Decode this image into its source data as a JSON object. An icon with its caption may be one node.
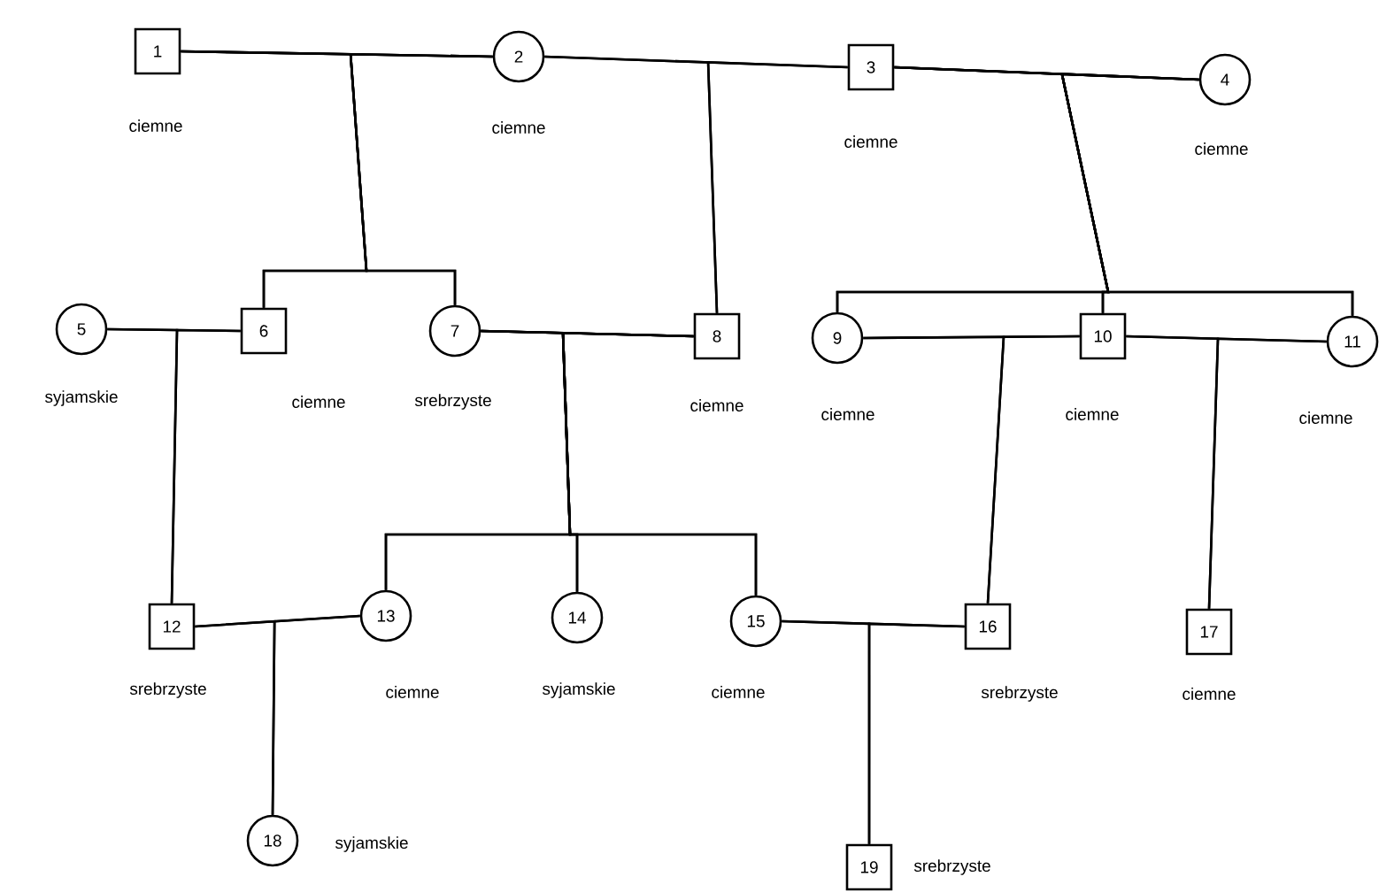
{
  "diagram": {
    "nodes": [
      {
        "text": [
          "1"
        ],
        "beside": [
          "ciemne"
        ]
      },
      {
        "text": [
          "2"
        ],
        "beside": [
          "ciemne"
        ]
      },
      {
        "text": [
          "3"
        ],
        "beside": [
          "ciemne"
        ]
      },
      {
        "text": [
          "4"
        ],
        "beside": [
          "ciemne"
        ]
      },
      {
        "text": [
          "5"
        ],
        "beside": [
          "syjamskie"
        ]
      },
      {
        "text": [
          "6"
        ],
        "beside": [
          "ciemne"
        ]
      },
      {
        "text": [
          "7"
        ],
        "beside": [
          "srebrzyste"
        ]
      },
      {
        "text": [
          "8"
        ],
        "beside": [
          "ciemne"
        ]
      },
      {
        "text": [
          "9"
        ],
        "beside": [
          "ciemne"
        ]
      },
      {
        "text": [
          "10"
        ],
        "beside": [
          "ciemne"
        ]
      },
      {
        "text": [
          "11"
        ],
        "beside": [
          "ciemne"
        ]
      },
      {
        "text": [
          "12"
        ],
        "beside": [
          "srebrzyste"
        ]
      },
      {
        "text": [
          "13"
        ],
        "beside": [
          "ciemne"
        ]
      },
      {
        "text": [
          "14"
        ],
        "beside": [
          "syjamskie"
        ]
      },
      {
        "text": [
          "15"
        ],
        "beside": [
          "ciemne"
        ]
      },
      {
        "text": [
          "16"
        ],
        "beside": [
          "srebrzyste"
        ]
      },
      {
        "text": [
          "17"
        ],
        "beside": [
          "ciemne"
        ]
      },
      {
        "text": [
          "18"
        ],
        "beside": [
          "syjamskie"
        ]
      },
      {
        "text": [
          "19"
        ],
        "beside": [
          "srebrzyste"
        ]
      }
    ],
    "edges": [
      {
        "from": 0,
        "to": 1,
        "arrow": "none"
      },
      {
        "from": 1,
        "to": 2,
        "arrow": "none"
      },
      {
        "from": 2,
        "to": 3,
        "arrow": "none"
      },
      {
        "from": 4,
        "to": 5,
        "arrow": "none"
      },
      {
        "from": 6,
        "to": 7,
        "arrow": "none"
      },
      {
        "from": 8,
        "to": 9,
        "arrow": "none"
      },
      {
        "from": 9,
        "to": 10,
        "arrow": "none"
      },
      {
        "from": 11,
        "to": 12,
        "arrow": "none"
      },
      {
        "from": 14,
        "to": 15,
        "arrow": "none"
      },
      {
        "from": 0,
        "to": 5,
        "arrow": "none"
      },
      {
        "from": 1,
        "to": 5,
        "arrow": "none"
      },
      {
        "from": 0,
        "to": 6,
        "arrow": "none"
      },
      {
        "from": 1,
        "to": 6,
        "arrow": "none"
      },
      {
        "from": 1,
        "to": 7,
        "arrow": "none"
      },
      {
        "from": 2,
        "to": 7,
        "arrow": "none"
      },
      {
        "from": 2,
        "to": 8,
        "arrow": "none"
      },
      {
        "from": 3,
        "to": 8,
        "arrow": "none"
      },
      {
        "from": 2,
        "to": 9,
        "arrow": "none"
      },
      {
        "from": 3,
        "to": 9,
        "arrow": "none"
      },
      {
        "from": 2,
        "to": 10,
        "arrow": "none"
      },
      {
        "from": 3,
        "to": 10,
        "arrow": "none"
      },
      {
        "from": 4,
        "to": 11,
        "arrow": "none"
      },
      {
        "from": 5,
        "to": 11,
        "arrow": "none"
      },
      {
        "from": 6,
        "to": 12,
        "arrow": "none"
      },
      {
        "from": 7,
        "to": 12,
        "arrow": "none"
      },
      {
        "from": 6,
        "to": 13,
        "arrow": "none"
      },
      {
        "from": 7,
        "to": 13,
        "arrow": "none"
      },
      {
        "from": 6,
        "to": 14,
        "arrow": "none"
      },
      {
        "from": 7,
        "to": 14,
        "arrow": "none"
      },
      {
        "from": 8,
        "to": 15,
        "arrow": "none"
      },
      {
        "from": 9,
        "to": 15,
        "arrow": "none"
      },
      {
        "from": 9,
        "to": 16,
        "arrow": "none"
      },
      {
        "from": 10,
        "to": 16,
        "arrow": "none"
      },
      {
        "from": 11,
        "to": 17,
        "arrow": "none"
      },
      {
        "from": 12,
        "to": 17,
        "arrow": "none"
      },
      {
        "from": 14,
        "to": 18,
        "arrow": "none"
      },
      {
        "from": 15,
        "to": 18,
        "arrow": "none"
      }
    ]
  }
}
